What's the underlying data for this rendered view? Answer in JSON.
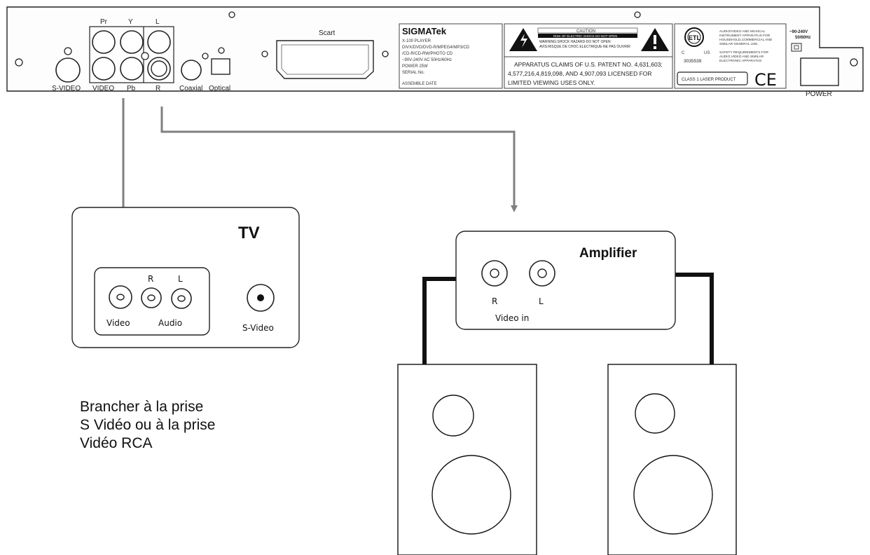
{
  "player": {
    "jack_labels": {
      "pr": "Pr",
      "y": "Y",
      "l": "L",
      "svideo": "S-VIDEO",
      "video": "VIDEO",
      "pb": "Pb",
      "r": "R",
      "coaxial": "Coaxial",
      "optical": "Optical",
      "scart": "Scart",
      "power": "POWER"
    },
    "brand": "SIGMATek",
    "spec_lines": [
      "X-100 PLAYER",
      "DIVX/DVD/DVD-R/MPEG4/MP3/CD",
      "/CD-R/CD-RW/PHOTO CD",
      "~90V-240V AC 50Hz/60Hz",
      "POWER 25W",
      "SERIAL No.",
      "ASSEMBLE DATE"
    ],
    "caution": {
      "title": "CAUTION",
      "lines": [
        "RISK OF ELECTRIC SHOCK DO NOT OPEN",
        "WARNING:SHOCK HAZARD-DO NOT OPEN",
        "AVIS:RISQUE DE CHOC ELECTRIQUE-NE PAS OUVRIR"
      ]
    },
    "patent_lines": [
      "APPARATUS CLAIMS OF U.S. PATENT NO. 4,631,603;",
      "4,577,216,4,819,098, AND 4,907,093 LICENSED FOR",
      "LIMITED VIEWING USES ONLY."
    ],
    "etl": {
      "logo": "ETL",
      "c": "C",
      "us": "US",
      "number": "3035539"
    },
    "compliance_lines": [
      "AUDIO/VIDEO AND MUSICAL",
      "INSTRUMENT APPARATUS FOR",
      "HOUSEHOLD,COMMERCIAL AND",
      "SIMILAR GENERAL USE.",
      "SAFETY REQUIREMENTS FOR",
      "AUDIO,VIDEO AND SIMILAR",
      "ELECTRONIC APPARATUS"
    ],
    "laser": "CLASS 1 LASER PRODUCT",
    "ce": "CE",
    "voltage": [
      "~90-240V",
      "50/60Hz"
    ]
  },
  "tv": {
    "title": "TV",
    "r": "R",
    "l": "L",
    "video": "Video",
    "audio": "Audio",
    "svideo": "S-Video"
  },
  "amplifier": {
    "title": "Amplifier",
    "r": "R",
    "l": "L",
    "video_in": "Video in"
  },
  "caption": [
    "Brancher à la prise",
    "S Vidéo ou à la prise",
    "Vidéo RCA"
  ]
}
